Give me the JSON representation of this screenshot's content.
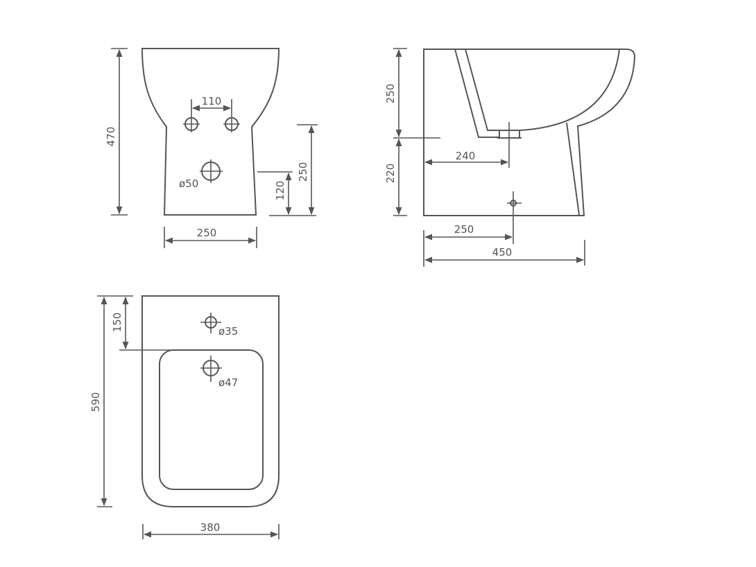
{
  "drawing": {
    "stroke_color": "#555555",
    "background": "#ffffff"
  },
  "front_view": {
    "height_total": "470",
    "tap_hole_spacing": "110",
    "waste_diameter": "ø50",
    "waste_height": "120",
    "rim_to_floor": "250",
    "base_width": "250"
  },
  "side_view": {
    "bowl_depth": "250",
    "pedestal_height": "220",
    "waste_offset": "240",
    "fixing_offset": "250",
    "total_depth": "450"
  },
  "top_view": {
    "total_length": "590",
    "tap_hole_offset": "150",
    "tap_hole_diameter": "ø35",
    "waste_diameter": "ø47",
    "total_width": "380"
  }
}
